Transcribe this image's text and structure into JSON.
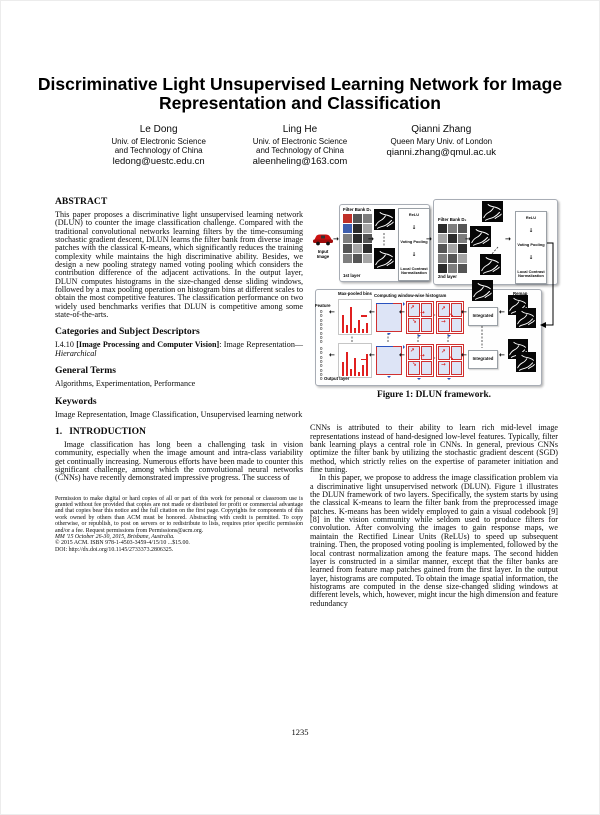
{
  "paper": {
    "title": "Discriminative Light Unsupervised Learning Network for Image Representation and Classification",
    "page_number": "1235",
    "authors": [
      {
        "name": "Le Dong",
        "affiliation_lines": [
          "Univ. of Electronic Science",
          "and Technology of China"
        ],
        "email": "ledong@uestc.edu.cn"
      },
      {
        "name": "Ling He",
        "affiliation_lines": [
          "Univ. of Electronic Science",
          "and Technology of China"
        ],
        "email": "aleenheling@163.com"
      },
      {
        "name": "Qianni Zhang",
        "affiliation_lines": [
          "Queen Mary Univ. of London",
          ""
        ],
        "email": "qianni.zhang@qmul.ac.uk"
      }
    ]
  },
  "sections": {
    "abstract": {
      "heading": "ABSTRACT",
      "body": "This paper proposes a discriminative light unsupervised learning network (DLUN) to counter the image classification challenge. Compared with the traditional convolutional networks learning filters by the time-consuming stochastic gradient descent, DLUN learns the filter bank from diverse image patches with the classical K-means, which significantly reduces the training complexity while maintains the high discriminative ability. Besides, we design a new pooling strategy named voting pooling which considers the contribution difference of the adjacent activations. In the output layer, DLUN computes histograms in the size-changed dense sliding windows, followed by a max pooling operation on histogram bins at different scales to obtain the most competitive features. The classification performance on two widely used benchmarks verifies that DLUN is competitive among some state-of-the-arts."
    },
    "categories": {
      "heading": "Categories and Subject Descriptors",
      "code": "I.4.10",
      "bold": "[Image Processing and Computer Vision]",
      "tail": ": Image Representation—",
      "italic": "Hierarchical"
    },
    "general_terms": {
      "heading": "General Terms",
      "body": "Algorithms, Experimentation, Performance"
    },
    "keywords": {
      "heading": "Keywords",
      "body": "Image Representation, Image Classification, Unsupervised learning network"
    },
    "introduction": {
      "number": "1.",
      "heading": "INTRODUCTION",
      "para1": "Image classification has long been a challenging task in vision community, especially when the image amount and intra-class variability get continually increasing. Numerous efforts have been made to counter this significant challenge, among which the convolutional neural networks (CNNs) have recently demonstrated impressive progress. The success of"
    }
  },
  "right_column": {
    "para1": "CNNs is attributed to their ability to learn rich mid-level image representations instead of hand-designed low-level features. Typically, filter bank learning plays a central role in CNNs. In general, previous CNNs optimize the filter bank by utilizing the stochastic gradient descent (SGD) method, which strictly relies on the expertise of parameter initiation and fine tuning.",
    "para2": "In this paper, we propose to address the image classification problem via a discriminative light unsupervised network (DLUN). Figure 1 illustrates the DLUN framework of two layers. Specifically, the system starts by using the classical K-means to learn the filter bank from the preprocessed image patches. K-means has been widely employed to gain a visual codebook [9] [8] in the vision community while seldom used to produce filters for convolution. After convolving the images to gain response maps, we maintain the Rectified Linear Units (ReLUs) to speed up subsequent training. Then, the proposed voting pooling is implemented, followed by the local contrast normalization among the feature maps. The second hidden layer is constructed in a similar manner, except that the filter banks are learned from feature map patches gained from the first layer. In the output layer, histograms are computed. To obtain the image spatial information, the histograms are computed in the dense size-changed sliding windows at different levels, which, however, might incur the high dimension and feature redundancy"
  },
  "permission": {
    "body": "Permission to make digital or hard copies of all or part of this work for personal or classroom use is granted without fee provided that copies are not made or distributed for profit or commercial advantage and that copies bear this notice and the full citation on the first page. Copyrights for components of this work owned by others than ACM must be honored. Abstracting with credit is permitted. To copy otherwise, or republish, to post on servers or to redistribute to lists, requires prior specific permission and/or a fee. Request permissions from Permissions@acm.org.",
    "conference": "MM '15 October 26-30, 2015, Brisbane, Australia.",
    "copyright": "© 2015 ACM. ISBN 978-1-4503-3459-4/15/10 ...$15.00.",
    "doi": "DOI: http://dx.doi.org/10.1145/2733373.2806325."
  },
  "figure": {
    "caption": "Figure 1: DLUN framework.",
    "labels": {
      "input_image": "Input Image",
      "filter_bank_1": "Filter Bank D₁",
      "filter_bank_2": "Filter Bank D₂",
      "relu": "ReLU",
      "voting_pooling": "Voting Pooling",
      "local_contrast_normalization": "Local Contrast Normalization",
      "layer_1": "1st layer",
      "layer_2": "2nd layer",
      "max_pooled_bins": "Max-pooled bins",
      "computing_hist": "Computing window-wise histogram",
      "feature": "Feature",
      "feature_zeros": "0\n0\n0\n0\n0\n0\n0\n0",
      "integrated": "Integrated",
      "remap": "Remap",
      "output_layer": "Output layer"
    }
  }
}
